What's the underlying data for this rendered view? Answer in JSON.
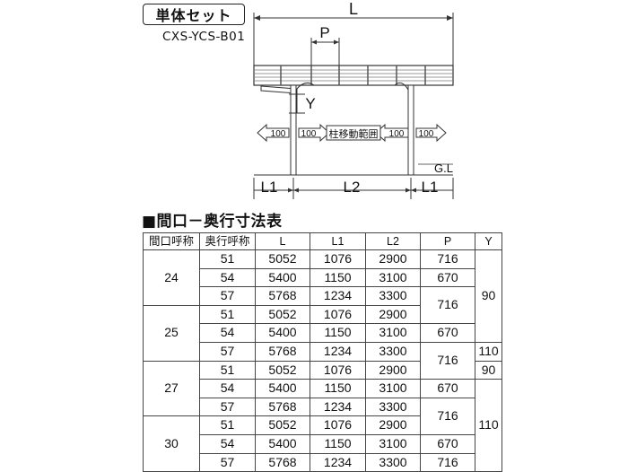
{
  "header": {
    "set_label": "単体セット",
    "product_code": "CXS-YCS-B01"
  },
  "diagram": {
    "label_L": "L",
    "label_P": "P",
    "label_Y": "Y",
    "label_L1_left": "L1",
    "label_L2": "L2",
    "label_L1_right": "L1",
    "label_GL": "G.L",
    "label_range": "柱移動範囲",
    "arrow_values": [
      "100",
      "100",
      "100",
      "100"
    ]
  },
  "section_title": "■間口－奥行寸法表",
  "table": {
    "headers": [
      "間口呼称",
      "奥行呼称",
      "L",
      "L1",
      "L2",
      "P",
      "Y"
    ],
    "frontage": [
      "24",
      "25",
      "27",
      "30"
    ],
    "rows": [
      [
        "51",
        "5052",
        "1076",
        "2900"
      ],
      [
        "54",
        "5400",
        "1150",
        "3100"
      ],
      [
        "57",
        "5768",
        "1234",
        "3300"
      ],
      [
        "51",
        "5052",
        "1076",
        "2900"
      ],
      [
        "54",
        "5400",
        "1150",
        "3100"
      ],
      [
        "57",
        "5768",
        "1234",
        "3300"
      ],
      [
        "51",
        "5052",
        "1076",
        "2900"
      ],
      [
        "54",
        "5400",
        "1150",
        "3100"
      ],
      [
        "57",
        "5768",
        "1234",
        "3300"
      ],
      [
        "51",
        "5052",
        "1076",
        "2900"
      ],
      [
        "54",
        "5400",
        "1150",
        "3100"
      ],
      [
        "57",
        "5768",
        "1234",
        "3300"
      ]
    ],
    "p_values": [
      "716",
      "670",
      "716",
      "670",
      "716",
      "670",
      "716",
      "670",
      "716"
    ],
    "y_values": [
      "90",
      "110",
      "90",
      "110"
    ]
  }
}
